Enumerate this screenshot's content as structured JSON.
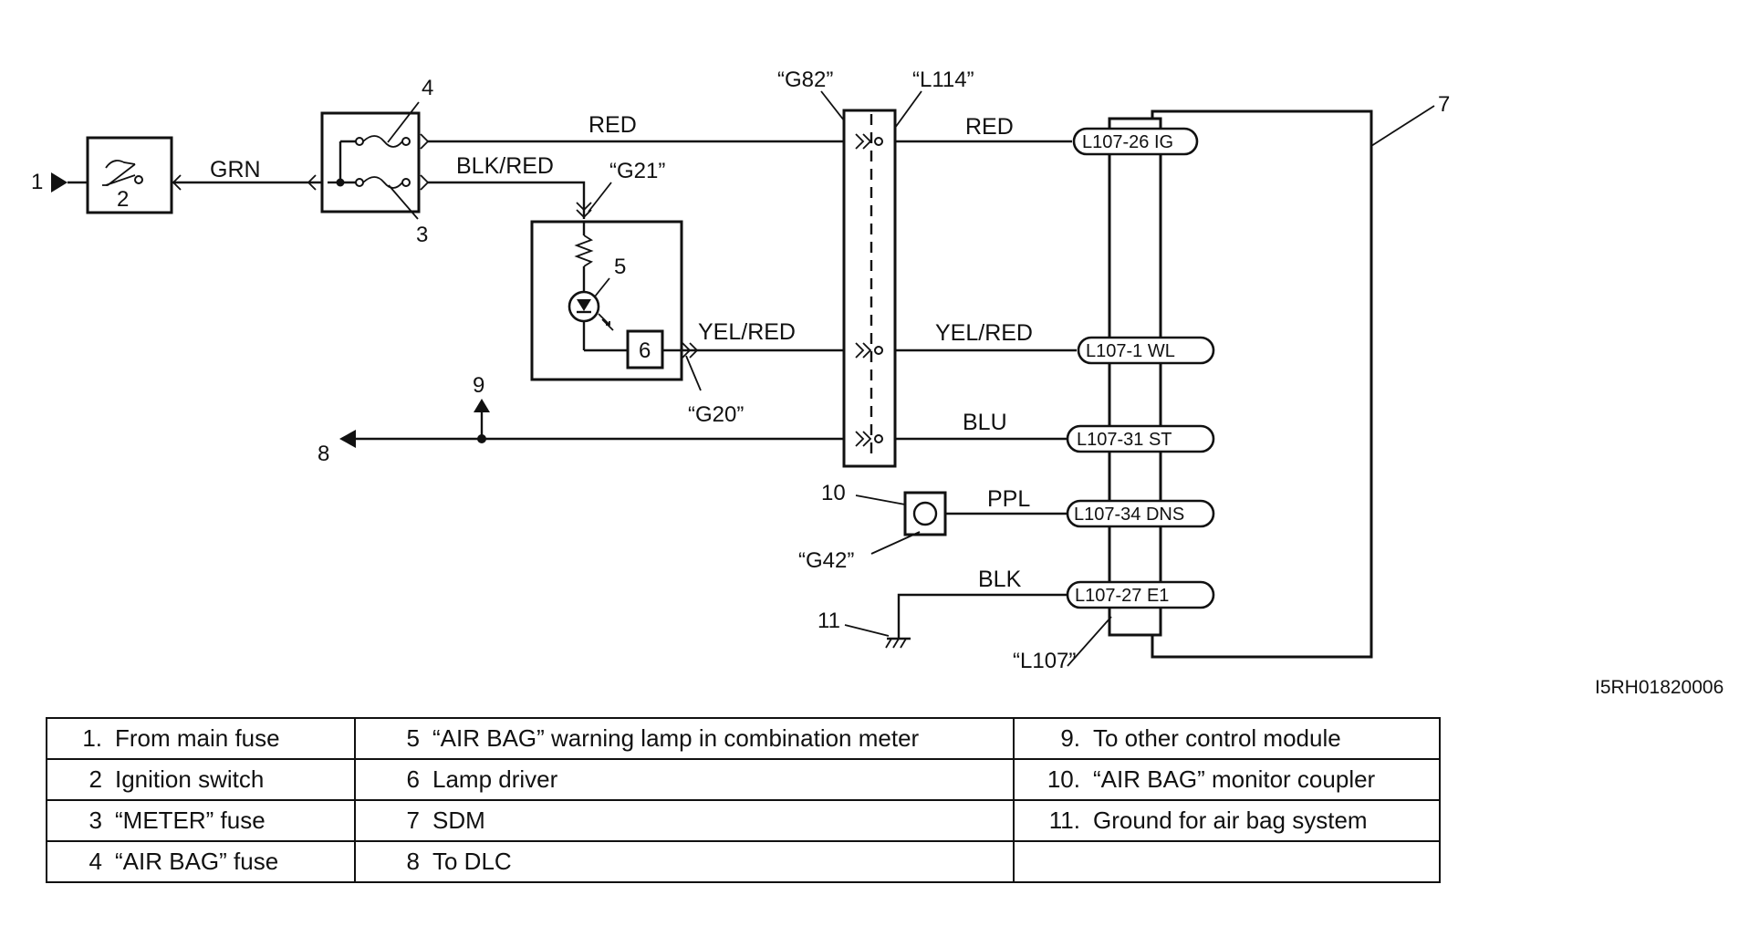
{
  "figure_id": "I5RH01820006",
  "markers": {
    "m1": "1",
    "m2": "2",
    "m3": "3",
    "m4": "4",
    "m5": "5",
    "m6": "6",
    "m7": "7",
    "m8": "8",
    "m9": "9",
    "m10": "10",
    "m11": "11"
  },
  "wires": {
    "grn": "GRN",
    "red_a": "RED",
    "red_b": "RED",
    "blkred": "BLK/RED",
    "yelred_a": "YEL/RED",
    "yelred_b": "YEL/RED",
    "blu": "BLU",
    "ppl": "PPL",
    "blk": "BLK"
  },
  "connectors": {
    "g82": "“G82”",
    "l114": "“L114”",
    "g21": "“G21”",
    "g20": "“G20”",
    "g42": "“G42”",
    "l107": "“L107”"
  },
  "terminals": {
    "t_ig": "L107-26  IG",
    "t_wl": "L107-1   WL",
    "t_st": "L107-31  ST",
    "t_dns": "L107-34 DNS",
    "t_e1": "L107-27   E1"
  },
  "legend": [
    [
      {
        "num": "1.",
        "text": "From main fuse"
      },
      {
        "num": "5",
        "text": "“AIR BAG” warning lamp in combination meter"
      },
      {
        "num": "9.",
        "text": "To other control module"
      }
    ],
    [
      {
        "num": "2",
        "text": "Ignition switch"
      },
      {
        "num": "6",
        "text": "Lamp driver"
      },
      {
        "num": "10.",
        "text": "“AIR BAG” monitor coupler"
      }
    ],
    [
      {
        "num": "3",
        "text": "“METER” fuse"
      },
      {
        "num": "7",
        "text": "SDM"
      },
      {
        "num": "11.",
        "text": "Ground for air bag system"
      }
    ],
    [
      {
        "num": "4",
        "text": "“AIR BAG” fuse"
      },
      {
        "num": "8",
        "text": "To DLC"
      },
      {
        "num": "",
        "text": ""
      }
    ]
  ]
}
